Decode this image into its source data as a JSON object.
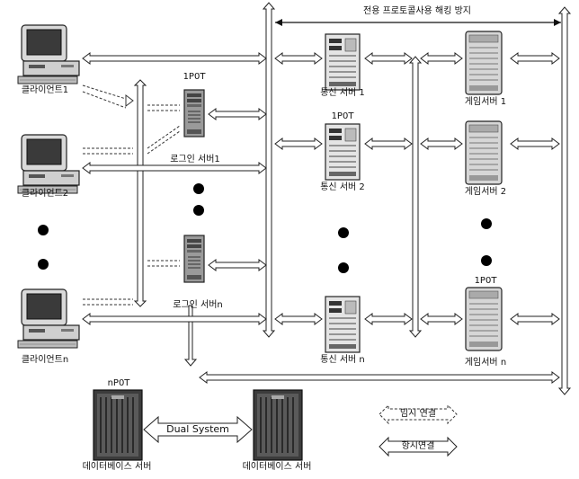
{
  "diagram": {
    "top_banner": "전용 프로토콜사용 해킹 방지",
    "clients": [
      "클라이언트1",
      "클라이언트2",
      "클라이언트n"
    ],
    "login_servers": [
      "로그인 서버1",
      "로그인 서버n"
    ],
    "comm_servers": [
      "통신 서버 1",
      "통신 서버 2",
      "통신 서버 n"
    ],
    "game_servers": [
      "게임서버 1",
      "게임서버 2",
      "게임서버 n"
    ],
    "db_servers": [
      "데이터베이스 서버",
      "데이터베이스 서버"
    ],
    "tags": {
      "login_1pot": "1P0T",
      "comm_1pot": "1P0T",
      "game_1pot": "1P0T",
      "db_npot": "nP0T"
    },
    "dual_system": "Dual System",
    "legend": {
      "temporary": "임시 연결",
      "permanent": "항시연결"
    }
  }
}
